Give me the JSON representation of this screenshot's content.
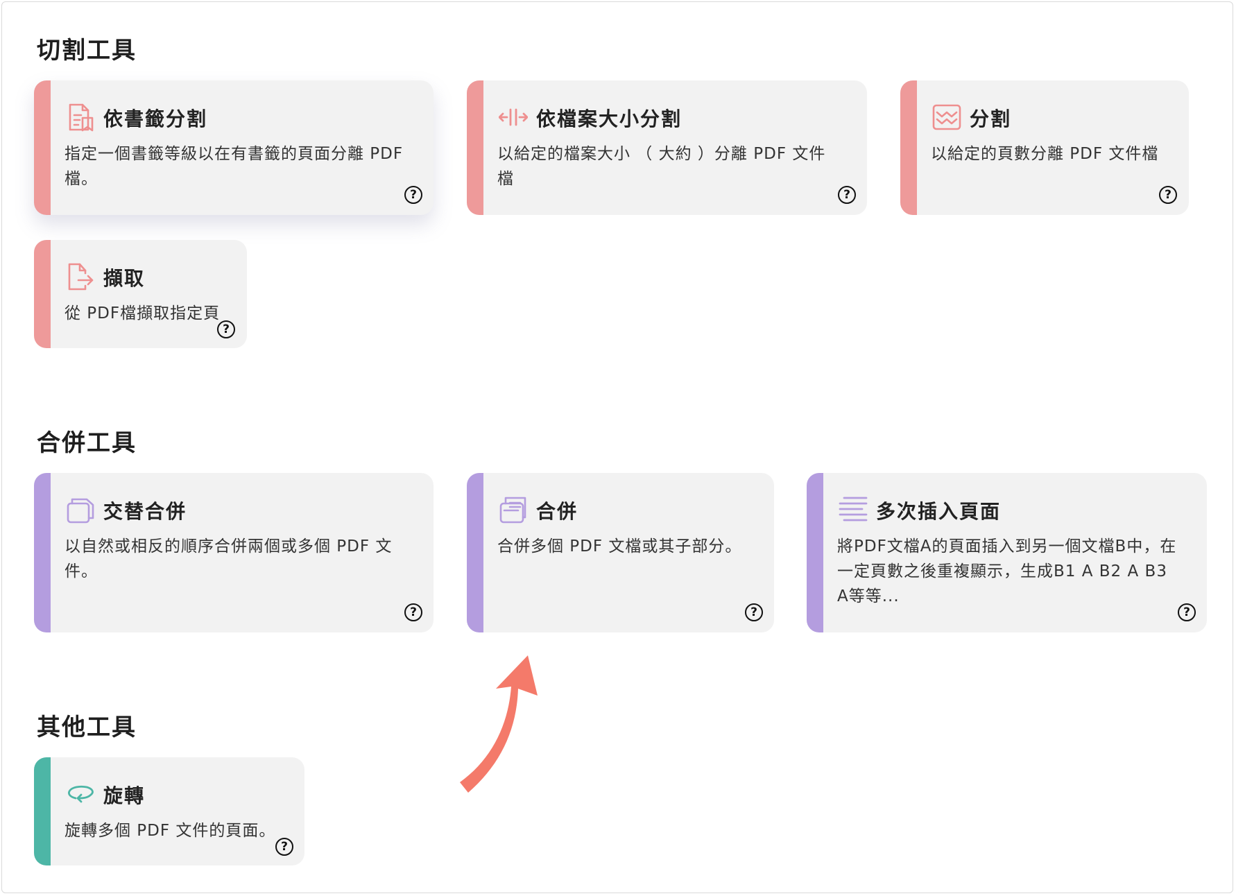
{
  "colors": {
    "split_accent": "#ee9a9a",
    "merge_accent": "#b49ddf",
    "other_accent": "#4db6a6",
    "arrow": "#f47a6a"
  },
  "sections": {
    "split": {
      "title": "切割工具",
      "cards": [
        {
          "title": "依書籤分割",
          "desc": "指定一個書籤等級以在有書籤的頁面分離 PDF 檔。",
          "icon": "bookmark-document-icon"
        },
        {
          "title": "依檔案大小分割",
          "desc": "以給定的檔案大小 （ 大約 ）分離 PDF 文件檔",
          "icon": "file-size-split-icon"
        },
        {
          "title": "分割",
          "desc": "以給定的頁數分離 PDF 文件檔",
          "icon": "split-pages-icon"
        },
        {
          "title": "擷取",
          "desc": "從 PDF檔擷取指定頁",
          "icon": "extract-icon"
        }
      ]
    },
    "merge": {
      "title": "合併工具",
      "cards": [
        {
          "title": "交替合併",
          "desc": "以自然或相反的順序合併兩個或多個 PDF 文件。",
          "icon": "alternate-merge-icon"
        },
        {
          "title": "合併",
          "desc": "合併多個 PDF 文檔或其子部分。",
          "icon": "merge-icon"
        },
        {
          "title": "多次插入頁面",
          "desc": "將PDF文檔A的頁面插入到另一個文檔B中，在一定頁數之後重複顯示，生成B1 A B2 A B3 A等等...",
          "icon": "multi-insert-icon"
        }
      ]
    },
    "other": {
      "title": "其他工具",
      "cards": [
        {
          "title": "旋轉",
          "desc": "旋轉多個 PDF 文件的頁面。",
          "icon": "rotate-icon"
        }
      ]
    }
  },
  "help_symbol": "?"
}
